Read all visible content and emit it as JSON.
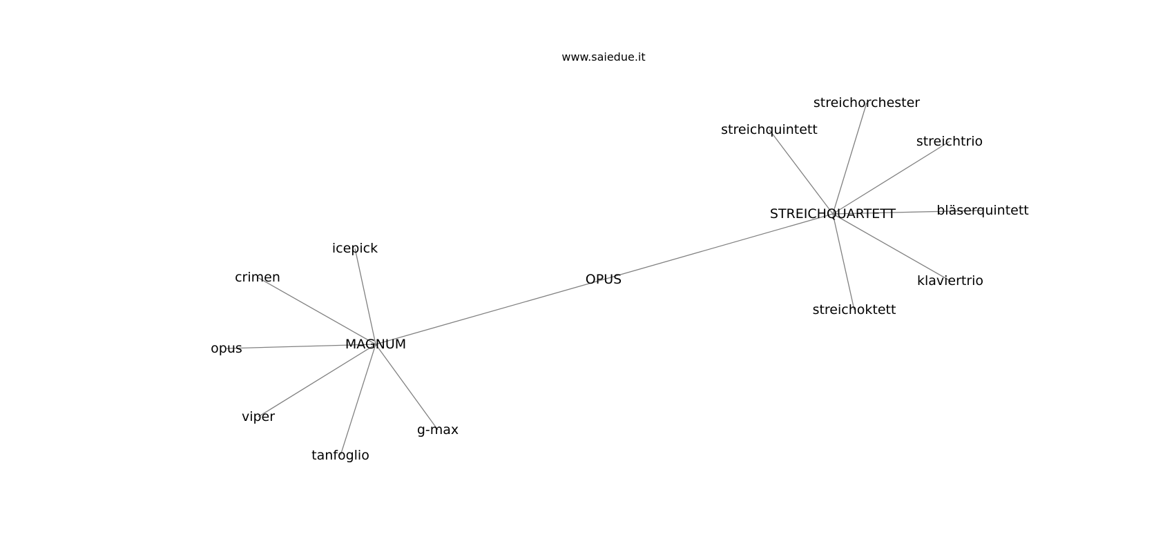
{
  "watermark": "www.saiedue.it",
  "nodes": [
    {
      "id": "opus_center",
      "label": "OPUS"
    },
    {
      "id": "magnum",
      "label": "MAGNUM"
    },
    {
      "id": "streichquartett",
      "label": "STREICHQUARTETT"
    },
    {
      "id": "icepick",
      "label": "icepick"
    },
    {
      "id": "crimen",
      "label": "crimen"
    },
    {
      "id": "opus",
      "label": "opus"
    },
    {
      "id": "viper",
      "label": "viper"
    },
    {
      "id": "tanfoglio",
      "label": "tanfoglio"
    },
    {
      "id": "g-max",
      "label": "g-max"
    },
    {
      "id": "streichorchester",
      "label": "streichorchester"
    },
    {
      "id": "streichquintett",
      "label": "streichquintett"
    },
    {
      "id": "streichtrio",
      "label": "streichtrio"
    },
    {
      "id": "blaserquintett",
      "label": "bläserquintett"
    },
    {
      "id": "klaviertrio",
      "label": "klaviertrio"
    },
    {
      "id": "streichoktett",
      "label": "streichoktett"
    }
  ],
  "edges": [
    [
      "opus_center",
      "magnum"
    ],
    [
      "opus_center",
      "streichquartett"
    ],
    [
      "magnum",
      "icepick"
    ],
    [
      "magnum",
      "crimen"
    ],
    [
      "magnum",
      "opus"
    ],
    [
      "magnum",
      "viper"
    ],
    [
      "magnum",
      "tanfoglio"
    ],
    [
      "magnum",
      "g-max"
    ],
    [
      "streichquartett",
      "streichorchester"
    ],
    [
      "streichquartett",
      "streichquintett"
    ],
    [
      "streichquartett",
      "streichtrio"
    ],
    [
      "streichquartett",
      "blaserquintett"
    ],
    [
      "streichquartett",
      "klaviertrio"
    ],
    [
      "streichquartett",
      "streichoktett"
    ]
  ]
}
